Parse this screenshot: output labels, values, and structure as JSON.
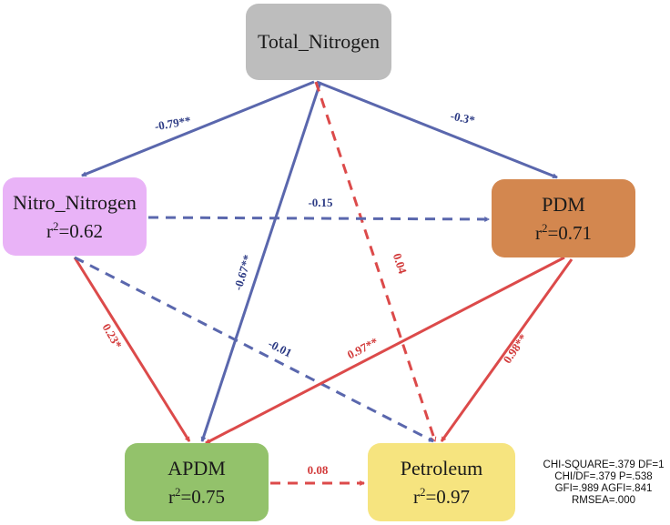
{
  "nodes": {
    "total_nitrogen": {
      "name": "Total_Nitrogen",
      "r2_prefix": "",
      "r2_value": ""
    },
    "nitro_nitrogen": {
      "name": "Nitro_Nitrogen",
      "r2_prefix": "r",
      "r2_value": "=0.62"
    },
    "pdm": {
      "name": "PDM",
      "r2_prefix": "r",
      "r2_value": "=0.71"
    },
    "apdm": {
      "name": "APDM",
      "r2_prefix": "r",
      "r2_value": "=0.75"
    },
    "petroleum": {
      "name": "Petroleum",
      "r2_prefix": "r",
      "r2_value": "=0.97"
    }
  },
  "node_colors": {
    "total_nitrogen": "#bdbdbd",
    "nitro_nitrogen": "#e9b3f7",
    "pdm": "#d3874f",
    "apdm": "#93c26b",
    "petroleum": "#f6e47f"
  },
  "edge_colors": {
    "negative": "#5a67ad",
    "positive": "#dc4a4a"
  },
  "edges": {
    "tn_nn": {
      "from": "Total_Nitrogen",
      "to": "Nitro_Nitrogen",
      "coef": "-0.79**",
      "style": "solid",
      "sign": "negative"
    },
    "tn_pdm": {
      "from": "Total_Nitrogen",
      "to": "PDM",
      "coef": "-0.3*",
      "style": "solid",
      "sign": "negative"
    },
    "tn_apdm": {
      "from": "Total_Nitrogen",
      "to": "APDM",
      "coef": "-0.67**",
      "style": "solid",
      "sign": "negative"
    },
    "tn_pet": {
      "from": "Total_Nitrogen",
      "to": "Petroleum",
      "coef": "0.04",
      "style": "dashed",
      "sign": "positive"
    },
    "nn_pdm": {
      "from": "Nitro_Nitrogen",
      "to": "PDM",
      "coef": "-0.15",
      "style": "dashed",
      "sign": "negative"
    },
    "nn_apdm": {
      "from": "Nitro_Nitrogen",
      "to": "APDM",
      "coef": "0.23*",
      "style": "solid",
      "sign": "positive"
    },
    "nn_pet": {
      "from": "Nitro_Nitrogen",
      "to": "Petroleum",
      "coef": "-0.01",
      "style": "dashed",
      "sign": "negative"
    },
    "pdm_apdm": {
      "from": "PDM",
      "to": "APDM",
      "coef": "0.97**",
      "style": "solid",
      "sign": "positive"
    },
    "pdm_pet": {
      "from": "PDM",
      "to": "Petroleum",
      "coef": "0.98**",
      "style": "solid",
      "sign": "positive"
    },
    "apdm_pet": {
      "from": "APDM",
      "to": "Petroleum",
      "coef": "0.08",
      "style": "dashed",
      "sign": "positive"
    }
  },
  "fit_stats": {
    "line1": "CHI-SQUARE=.379 DF=1",
    "line2": "CHI/DF=.379 P=.538",
    "line3": "GFI=.989 AGFI=.841",
    "line4": "RMSEA=.000"
  }
}
